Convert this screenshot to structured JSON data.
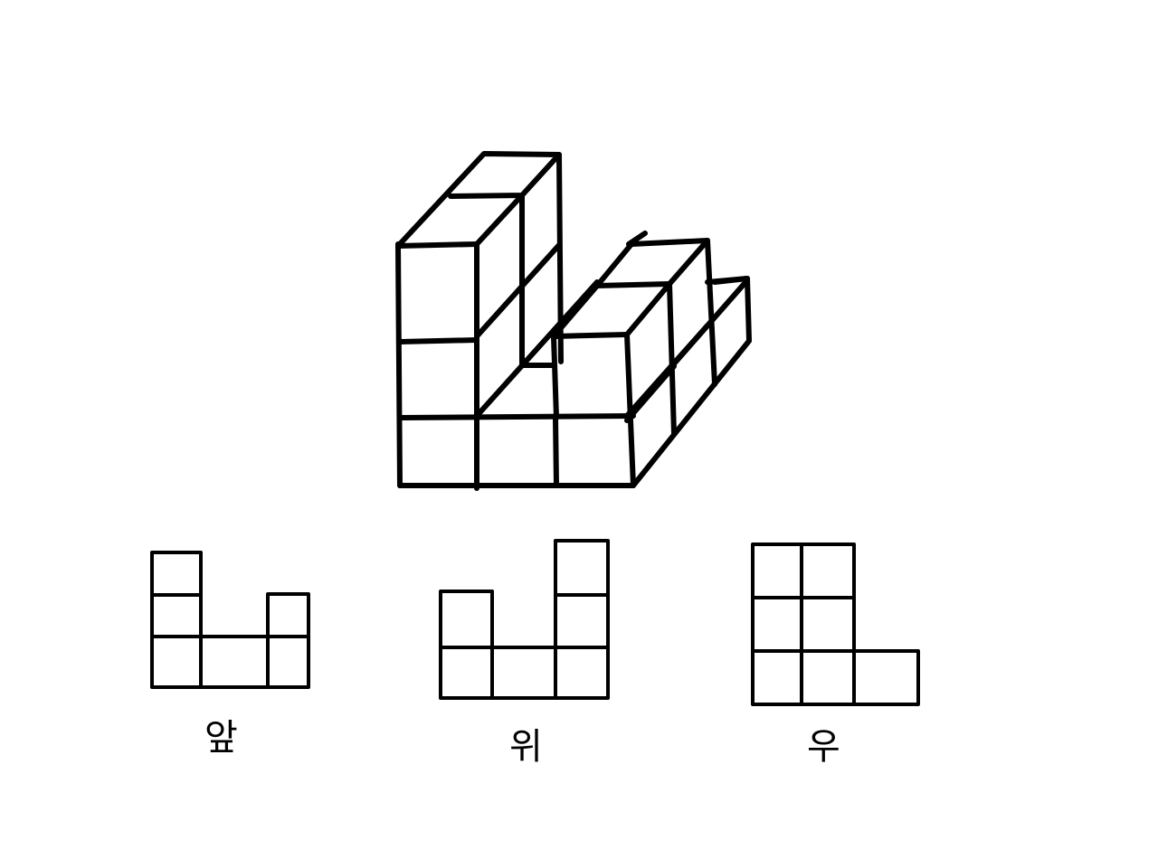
{
  "labels": {
    "front": "앞",
    "top": "위",
    "right": "우"
  },
  "colors": {
    "ink": "#000000",
    "background": "#ffffff"
  }
}
